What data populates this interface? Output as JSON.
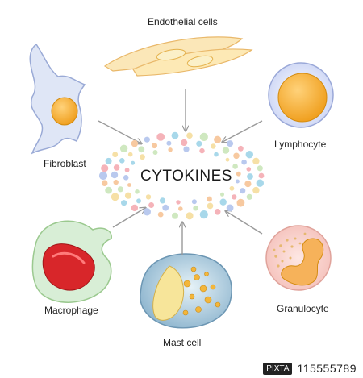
{
  "center": {
    "label": "CYTOKINES"
  },
  "cells": {
    "endothelial": "Endothelial cells",
    "fibroblast": "Fibroblast",
    "lymphocyte": "Lymphocyte",
    "macrophage": "Macrophage",
    "mast_cell": "Mast cell",
    "granulocyte": "Granulocyte"
  },
  "watermark": {
    "logo": "PIXTA",
    "id": "115555789"
  },
  "colors": {
    "cytokine_dots": [
      "#f5b3b9",
      "#a8d8ea",
      "#f6e0a6",
      "#cfe8c0",
      "#f7c9a0",
      "#b9c9ee"
    ],
    "arrow": "#9a9a9a"
  }
}
